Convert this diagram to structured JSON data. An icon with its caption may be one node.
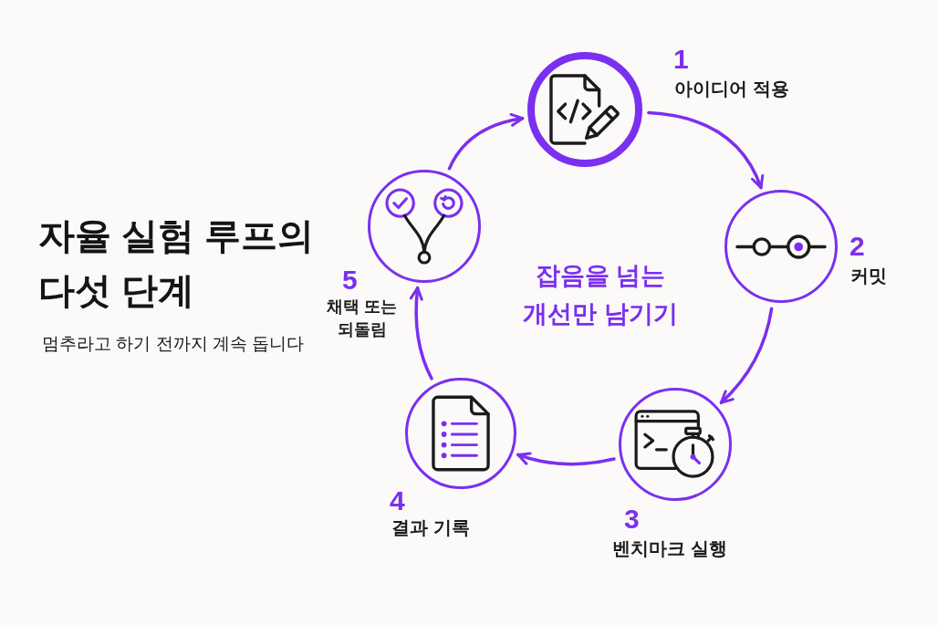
{
  "diagram": {
    "title": "자율 실험 루프의 다섯 단계",
    "nodes": [
      {
        "text": [],
        "shape": "circle",
        "beside": [
          "1",
          "아이디어 적용"
        ]
      },
      {
        "text": [],
        "shape": "circle",
        "beside": [
          "2",
          "커밋"
        ]
      },
      {
        "text": [],
        "shape": "circle",
        "beside": [
          "3",
          "벤치마크 실행"
        ]
      },
      {
        "text": [],
        "shape": "circle",
        "beside": [
          "4",
          "결과 기록"
        ]
      },
      {
        "text": [],
        "shape": "circle",
        "beside": [
          "5",
          "채택 또는 되돌림"
        ]
      }
    ],
    "edges": [
      {
        "from": 0,
        "to": 1,
        "arrow": "to"
      },
      {
        "from": 1,
        "to": 2,
        "arrow": "to"
      },
      {
        "from": 2,
        "to": 3,
        "arrow": "to"
      },
      {
        "from": 3,
        "to": 4,
        "arrow": "to"
      },
      {
        "from": 4,
        "to": 0,
        "arrow": "to"
      }
    ],
    "labels": [
      "멈추라고 하기 전까지 계속 돕니다",
      "잡음을 넘는 개선만 남기기"
    ]
  }
}
